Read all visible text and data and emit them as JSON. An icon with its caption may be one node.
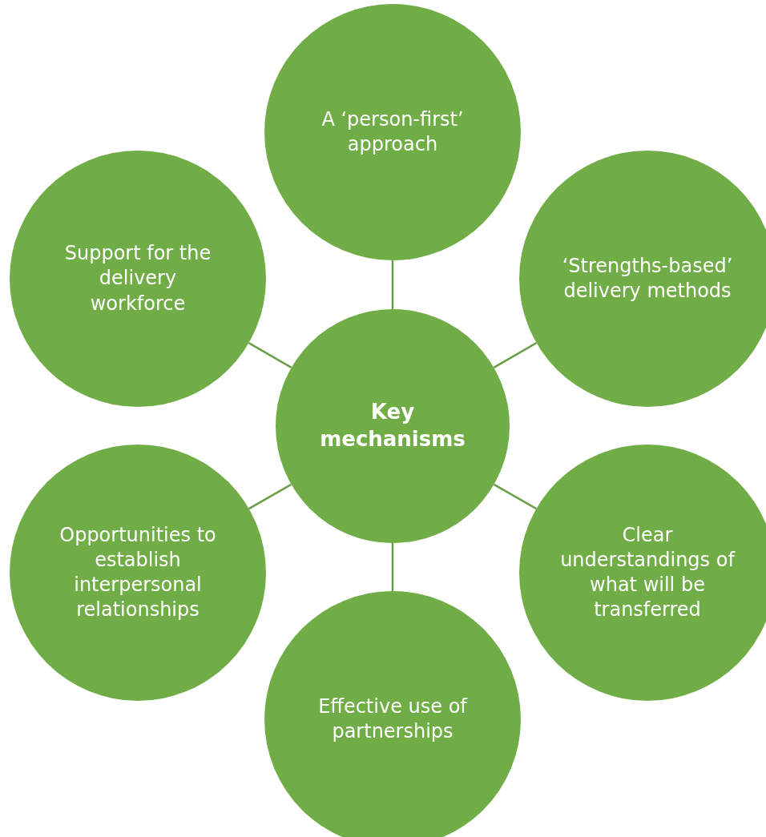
{
  "diagram": {
    "nodes": [
      {
        "text": [
          "Key mechanisms"
        ]
      },
      {
        "text": [
          "A ‘person-first’ approach"
        ]
      },
      {
        "text": [
          "Support for the delivery workforce"
        ]
      },
      {
        "text": [
          "‘Strengths-based’ delivery methods"
        ]
      },
      {
        "text": [
          "Opportunities to establish interpersonal relationships"
        ]
      },
      {
        "text": [
          "Clear understandings of what will be transferred"
        ]
      },
      {
        "text": [
          "Effective use of partnerships"
        ]
      }
    ],
    "edges": [
      {
        "from": 0,
        "to": 1,
        "arrow": "none"
      },
      {
        "from": 0,
        "to": 2,
        "arrow": "none"
      },
      {
        "from": 0,
        "to": 3,
        "arrow": "none"
      },
      {
        "from": 0,
        "to": 4,
        "arrow": "none"
      },
      {
        "from": 0,
        "to": 5,
        "arrow": "none"
      },
      {
        "from": 0,
        "to": 6,
        "arrow": "none"
      }
    ]
  }
}
